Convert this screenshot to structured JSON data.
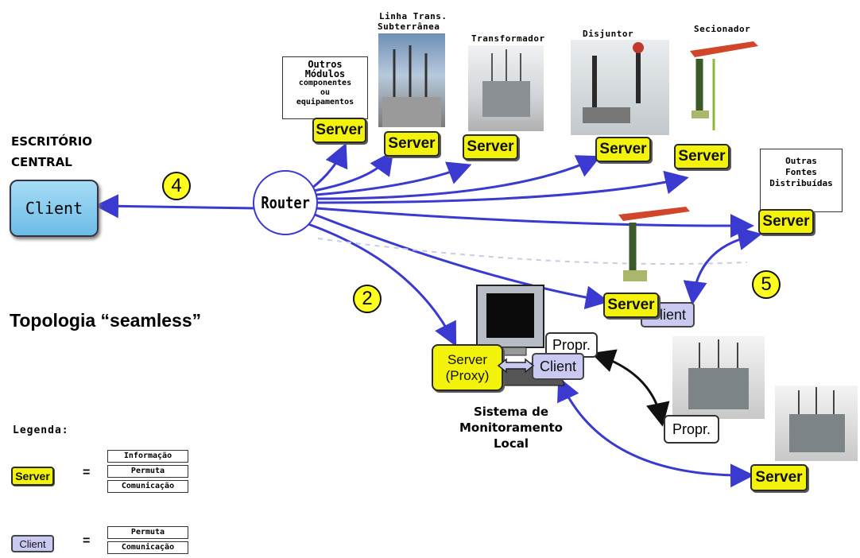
{
  "office": {
    "line1": "ESCRITÓRIO",
    "line2": "CENTRAL",
    "client_label": "Client"
  },
  "topology_title": "Topologia “seamless”",
  "router_label": "Router",
  "numbers": {
    "n4": "4",
    "n2": "2",
    "n5": "5"
  },
  "modules": {
    "outros_modulos": [
      "Outros",
      "Módulos",
      "componentes",
      "ou",
      "equipamentos"
    ],
    "outras_fontes": [
      "Outras",
      "Fontes",
      "Distribuídas"
    ]
  },
  "captions": {
    "linha_1": "Linha Trans.",
    "linha_2": "Subterrânea",
    "transformador": "Transformador",
    "disjuntor": "Disjuntor",
    "secionador": "Secionador"
  },
  "server_label": "Server",
  "client_label": "Client",
  "client_partial": "Client",
  "proxy": {
    "line1": "Server",
    "line2": "(Proxy)"
  },
  "propr_label": "Propr.",
  "monitor_caption": [
    "Sistema de",
    "Monitoramento",
    "Local"
  ],
  "legend": {
    "title": "Legenda:",
    "server_rows": [
      "Informação",
      "Permuta",
      "Comunicação"
    ],
    "client_rows": [
      "Permuta",
      "Comunicação"
    ],
    "equals": "="
  },
  "colors": {
    "server_fill": "#f2f20a",
    "client_fill": "#c9c9f2",
    "wire": "#3a3ad0",
    "office_fill": "#7ec8ec"
  }
}
